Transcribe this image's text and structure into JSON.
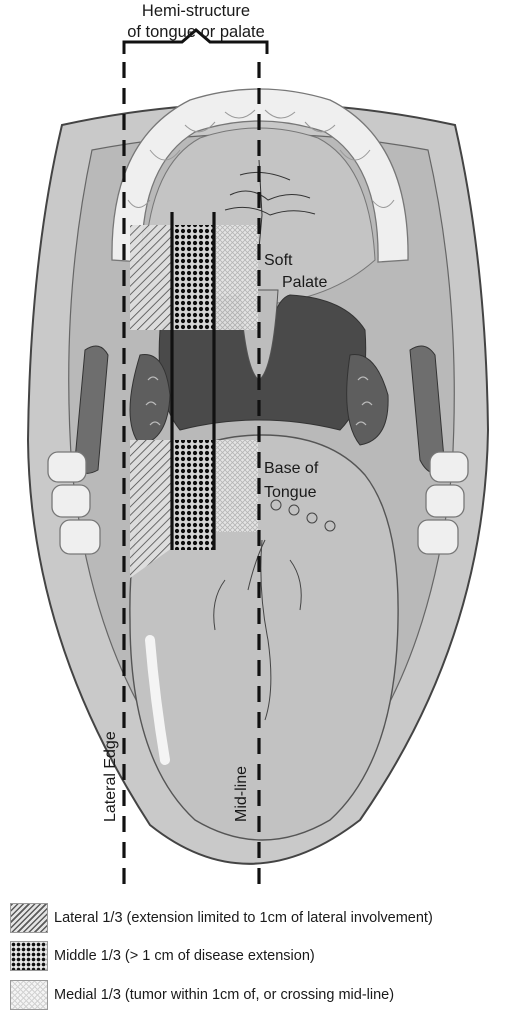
{
  "header": {
    "line1": "Hemi-structure",
    "line2": "of tongue or palate"
  },
  "labels": {
    "soft_palate_1": "Soft",
    "soft_palate_2": "Palate",
    "base_tongue_1": "Base of",
    "base_tongue_2": "Tongue",
    "lateral_edge": "Lateral Edge",
    "mid_line": "Mid-line"
  },
  "legend": [
    {
      "pattern": "diagonal-hatch",
      "text": "Lateral 1/3 (extension limited to 1cm of lateral involvement)"
    },
    {
      "pattern": "dense-dots",
      "text": "Middle 1/3 (> 1 cm of disease extension)"
    },
    {
      "pattern": "light-crosshatch",
      "text": "Medial 1/3 (tumor within 1cm of, or crossing mid-line)"
    }
  ],
  "colors": {
    "tissue": "#bfbfbf",
    "dark_throat": "#4a4a4a",
    "teeth": "#eeeeee",
    "lines": "#111111"
  }
}
